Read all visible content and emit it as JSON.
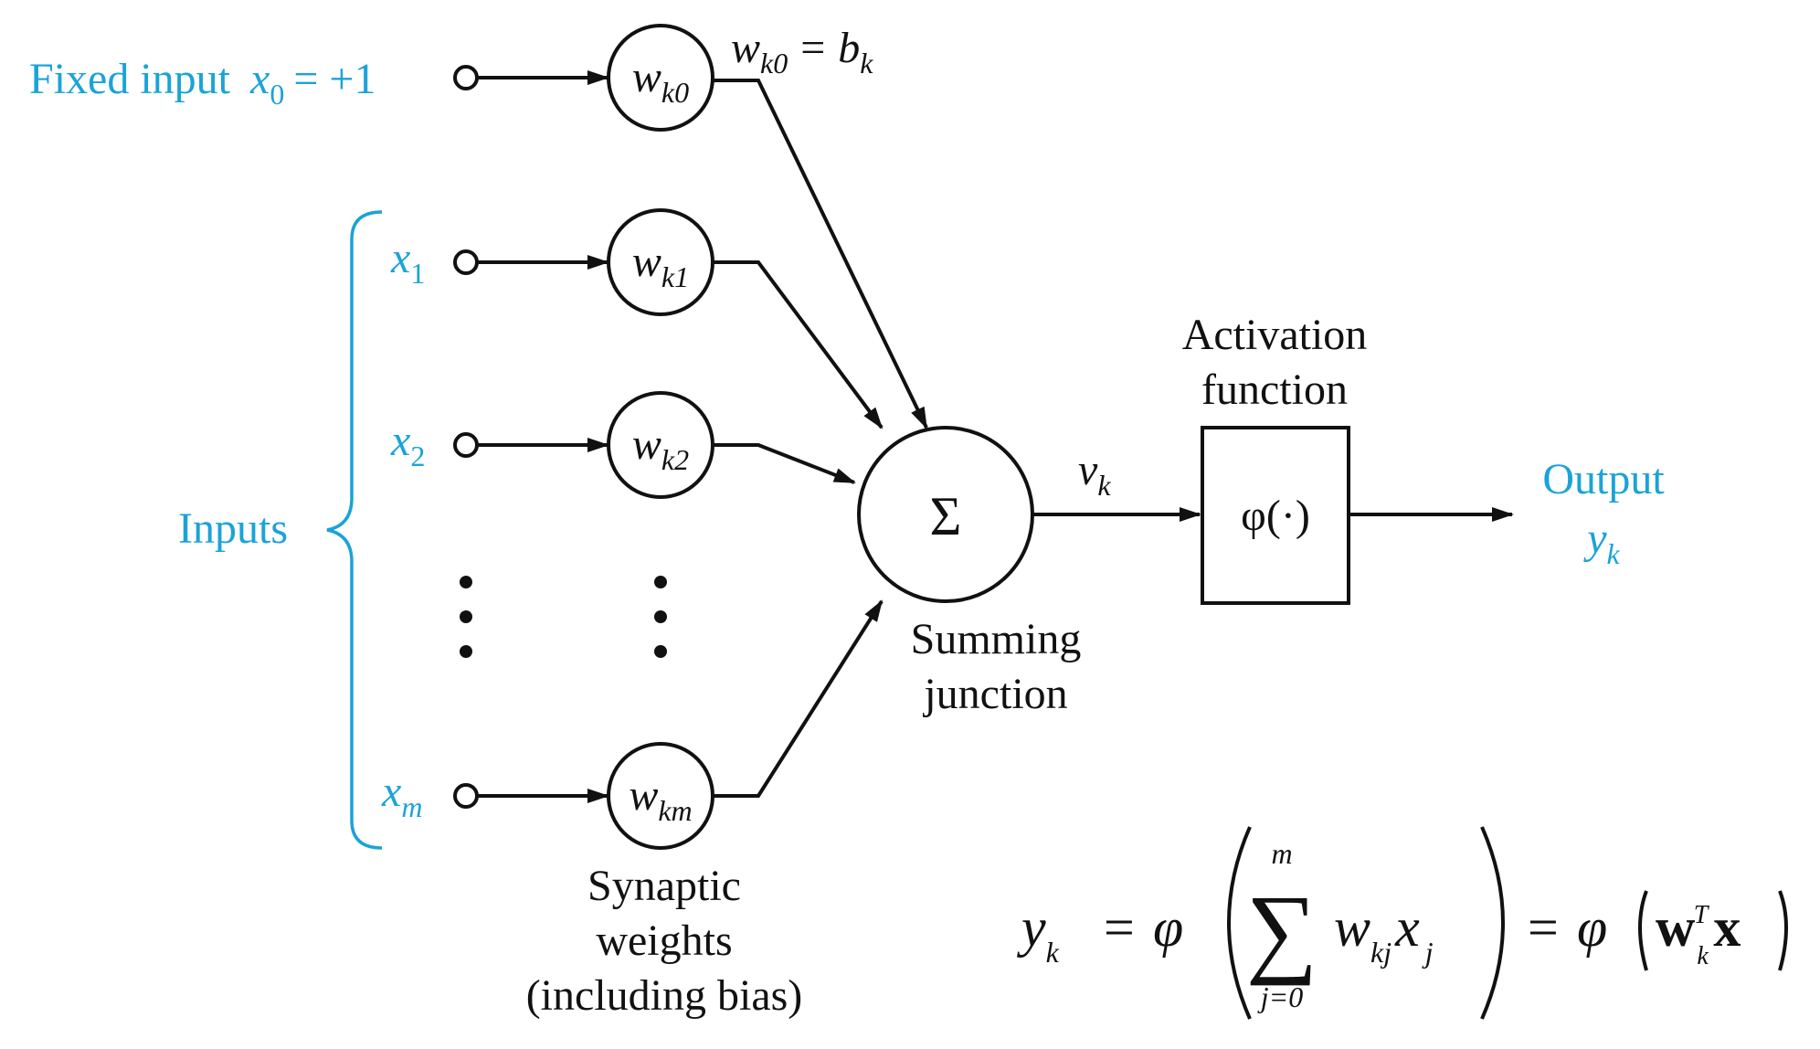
{
  "labels": {
    "fixed_input": "Fixed input",
    "fixed_x": "x",
    "fixed_x_sub": "0",
    "fixed_eq": "= +1",
    "bias_w": "w",
    "bias_w_sub": "k0",
    "bias_eq": "=",
    "bias_b": "b",
    "bias_b_sub": "k",
    "inputs": "Inputs",
    "output": "Output",
    "output_y": "y",
    "output_y_sub": "k",
    "activation_line1": "Activation",
    "activation_line2": "function",
    "activation_fn": "φ(·)",
    "sum_symbol": "Σ",
    "v": "v",
    "v_sub": "k",
    "summing_line1": "Summing",
    "summing_line2": "junction",
    "synaptic_line1": "Synaptic",
    "synaptic_line2": "weights",
    "synaptic_line3": "(including bias)"
  },
  "inputs": [
    {
      "var": "x",
      "sub": "1",
      "weight": "w",
      "weight_sub": "k1"
    },
    {
      "var": "x",
      "sub": "2",
      "weight": "w",
      "weight_sub": "k2"
    },
    {
      "var": "x",
      "sub": "m",
      "weight": "w",
      "weight_sub": "km"
    }
  ],
  "bias_weight": {
    "weight": "w",
    "weight_sub": "k0"
  },
  "formula": {
    "y": "y",
    "y_sub": "k",
    "eq1": "=",
    "phi1": "φ",
    "sum_top": "m",
    "sigma": "∑",
    "sum_bottom": "j=0",
    "w": "w",
    "w_sub": "kj",
    "x": "x",
    "x_sub": "j",
    "eq2": "=",
    "phi2": "φ",
    "wb": "w",
    "wb_sub": "k",
    "wb_sup": "T",
    "xb": "x"
  },
  "colors": {
    "accent": "#1aa3d8",
    "ink": "#111111"
  }
}
